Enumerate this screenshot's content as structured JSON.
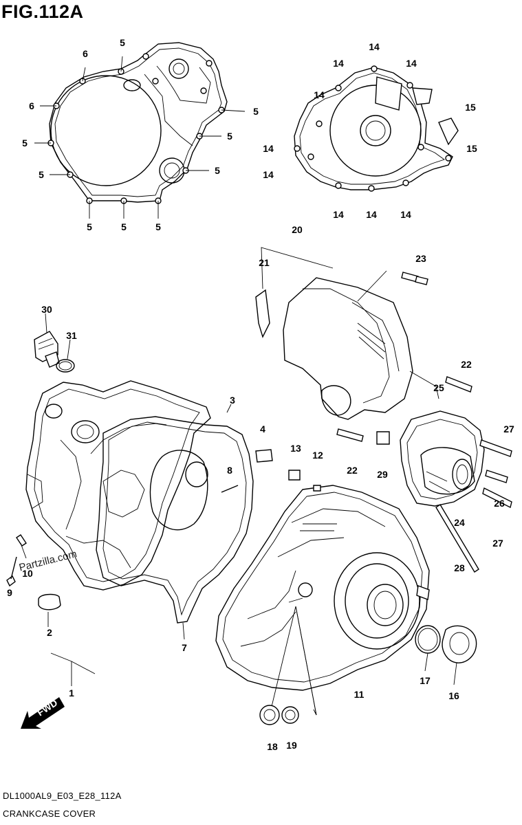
{
  "figure": {
    "title": "FIG.112A",
    "code": "DL1000AL9_E03_E28_112A",
    "caption": "CRANKCASE COVER",
    "watermark": "Partzilla.com",
    "fwd_label": "FWD"
  },
  "callouts": [
    "5",
    "6",
    "6",
    "5",
    "5",
    "5",
    "5",
    "5",
    "5",
    "5",
    "5",
    "5",
    "14",
    "14",
    "14",
    "14",
    "15",
    "14",
    "15",
    "14",
    "14",
    "14",
    "14",
    "20",
    "21",
    "23",
    "30",
    "31",
    "22",
    "25",
    "27",
    "3",
    "4",
    "13",
    "12",
    "22",
    "8",
    "29",
    "26",
    "24",
    "27",
    "10",
    "28",
    "9",
    "2",
    "7",
    "11",
    "17",
    "16",
    "1",
    "18",
    "19"
  ]
}
